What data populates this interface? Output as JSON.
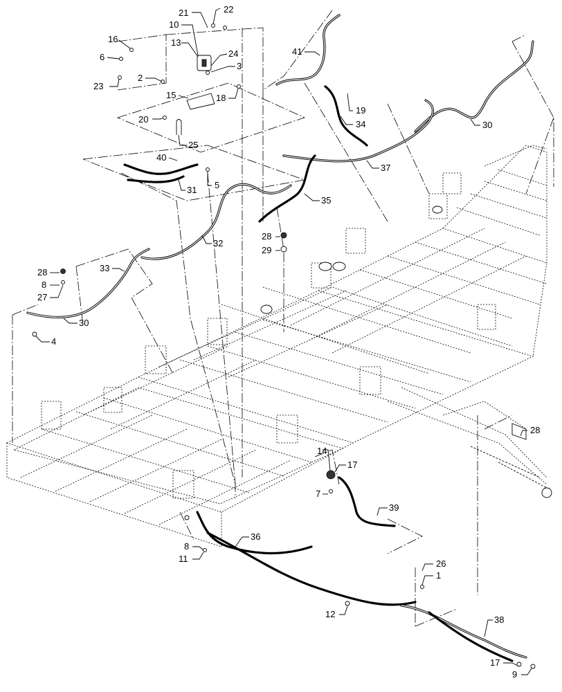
{
  "diagram": {
    "callouts": [
      {
        "id": "c21",
        "label": "21"
      },
      {
        "id": "c22",
        "label": "22"
      },
      {
        "id": "c10",
        "label": "10"
      },
      {
        "id": "c16",
        "label": "16"
      },
      {
        "id": "c13",
        "label": "13"
      },
      {
        "id": "c24",
        "label": "24"
      },
      {
        "id": "c6",
        "label": "6"
      },
      {
        "id": "c3",
        "label": "3"
      },
      {
        "id": "c2",
        "label": "2"
      },
      {
        "id": "c23",
        "label": "23"
      },
      {
        "id": "c15",
        "label": "15"
      },
      {
        "id": "c18",
        "label": "18"
      },
      {
        "id": "c20",
        "label": "20"
      },
      {
        "id": "c25",
        "label": "25"
      },
      {
        "id": "c41",
        "label": "41"
      },
      {
        "id": "c19",
        "label": "19"
      },
      {
        "id": "c34",
        "label": "34"
      },
      {
        "id": "c30a",
        "label": "30"
      },
      {
        "id": "c40",
        "label": "40"
      },
      {
        "id": "c37",
        "label": "37"
      },
      {
        "id": "c31",
        "label": "31"
      },
      {
        "id": "c5",
        "label": "5"
      },
      {
        "id": "c35",
        "label": "35"
      },
      {
        "id": "c32",
        "label": "32"
      },
      {
        "id": "c28a",
        "label": "28"
      },
      {
        "id": "c29",
        "label": "29"
      },
      {
        "id": "c33",
        "label": "33"
      },
      {
        "id": "c28b",
        "label": "28"
      },
      {
        "id": "c8a",
        "label": "8"
      },
      {
        "id": "c27",
        "label": "27"
      },
      {
        "id": "c30b",
        "label": "30"
      },
      {
        "id": "c4",
        "label": "4"
      },
      {
        "id": "c28c",
        "label": "28"
      },
      {
        "id": "c14",
        "label": "14"
      },
      {
        "id": "c17a",
        "label": "17"
      },
      {
        "id": "c7",
        "label": "7"
      },
      {
        "id": "c39",
        "label": "39"
      },
      {
        "id": "c8b",
        "label": "8"
      },
      {
        "id": "c36",
        "label": "36"
      },
      {
        "id": "c11",
        "label": "11"
      },
      {
        "id": "c26",
        "label": "26"
      },
      {
        "id": "c1",
        "label": "1"
      },
      {
        "id": "c12",
        "label": "12"
      },
      {
        "id": "c38",
        "label": "38"
      },
      {
        "id": "c17b",
        "label": "17"
      },
      {
        "id": "c9",
        "label": "9"
      }
    ]
  }
}
